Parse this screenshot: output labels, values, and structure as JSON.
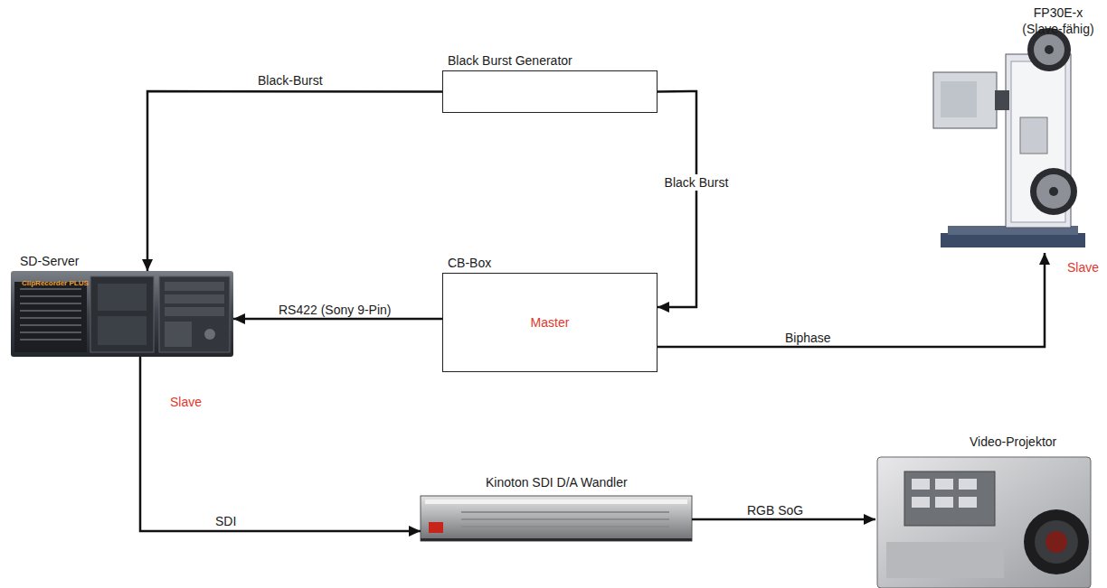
{
  "diagram": {
    "nodes": [
      {
        "text": [
          "Black Burst Generator"
        ]
      },
      {
        "text": [
          "SD-Server",
          "Slave"
        ]
      },
      {
        "text": [
          "CB-Box",
          "Master"
        ]
      },
      {
        "text": [
          "FP30E-x (Slave-fähig)",
          "Slave"
        ]
      },
      {
        "text": [
          "Kinoton SDI D/A Wandler"
        ]
      },
      {
        "text": [
          "Video-Projektor"
        ]
      }
    ],
    "edges": [
      {
        "from": 0,
        "to": 1,
        "label": "Black-Burst",
        "arrow": "to"
      },
      {
        "from": 0,
        "to": 2,
        "label": "Black Burst",
        "arrow": "to"
      },
      {
        "from": 2,
        "to": 1,
        "label": "RS422 (Sony 9-Pin)",
        "arrow": "to"
      },
      {
        "from": 2,
        "to": 3,
        "label": "Biphase",
        "arrow": "to"
      },
      {
        "from": 1,
        "to": 4,
        "label": "SDI",
        "arrow": "to"
      },
      {
        "from": 4,
        "to": 5,
        "label": "RGB SoG",
        "arrow": "to"
      }
    ],
    "labels": [
      "ClipRecorder PLUS"
    ]
  }
}
